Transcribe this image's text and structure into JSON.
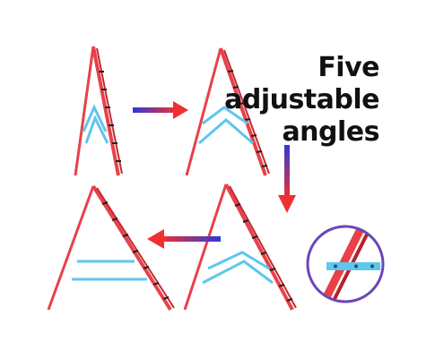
{
  "headline": {
    "line1": "Five",
    "line2": "adjustable",
    "line3": "angles"
  },
  "colors": {
    "frame": "#e8414a",
    "frame_dark": "#b5232c",
    "brace": "#5fc6ec",
    "arrow_start": "#2d3ad8",
    "arrow_end": "#f03030",
    "zoom_ring": "#6b47b8"
  },
  "illustrations": [
    {
      "name": "angle-1-frame"
    },
    {
      "name": "angle-2-frame"
    },
    {
      "name": "angle-3-frame"
    },
    {
      "name": "angle-4-frame"
    }
  ]
}
